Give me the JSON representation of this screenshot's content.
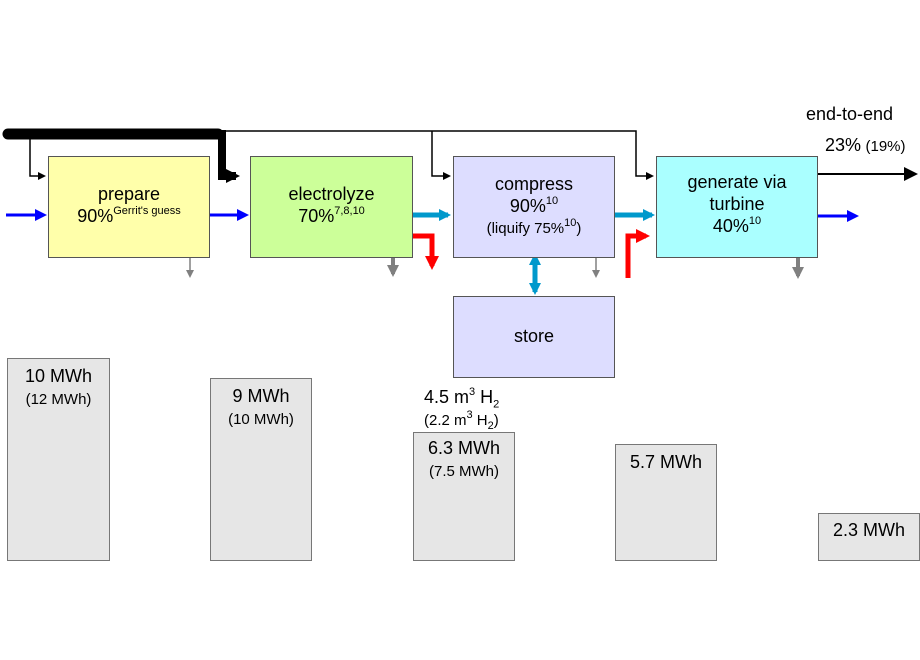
{
  "stages": {
    "prepare": {
      "title": "prepare",
      "eff": "90%",
      "note": "Gerrit's guess"
    },
    "electrolyze": {
      "title": "electrolyze",
      "eff": "70%",
      "note": "7,8,10"
    },
    "compress": {
      "title": "compress",
      "eff": "90%",
      "note": "10",
      "alt_prefix": "(liquify 75%",
      "alt_note": "10",
      "alt_suffix": ")"
    },
    "store": {
      "title": "store"
    },
    "generate": {
      "title_line1": "generate via",
      "title_line2": "turbine",
      "eff": "40%",
      "note": "10"
    }
  },
  "end_to_end": {
    "label": "end-to-end",
    "value": "23%",
    "alt": "(19%)"
  },
  "energy_bars": [
    {
      "value": "10 MWh",
      "alt": "(12 MWh)",
      "mwh": 10
    },
    {
      "value": "9 MWh",
      "alt": "(10 MWh)",
      "mwh": 9
    },
    {
      "value": "6.3 MWh",
      "alt": "(7.5 MWh)",
      "mwh": 6.3
    },
    {
      "value": "5.7 MWh",
      "alt": "",
      "mwh": 5.7
    },
    {
      "value": "2.3 MWh",
      "alt": "",
      "mwh": 2.3
    }
  ],
  "hydrogen": {
    "volume": "4.5 m",
    "exp": "3",
    "gas": " H",
    "sub": "2",
    "alt_prefix": "(2.2 m",
    "alt_exp": "3",
    "alt_gas": " H",
    "alt_sub": "2",
    "alt_suffix": ")"
  },
  "colors": {
    "prepare": "#ffffaa",
    "electrolyze": "#ccff99",
    "compress": "#ddddff",
    "store": "#ddddff",
    "generate": "#aaffff",
    "input_arrow": "#0000ff",
    "h2_arrow": "#0099cc",
    "heat_arrow": "#ff0000",
    "loss_arrow": "#808080",
    "bar": "#e6e6e6"
  }
}
